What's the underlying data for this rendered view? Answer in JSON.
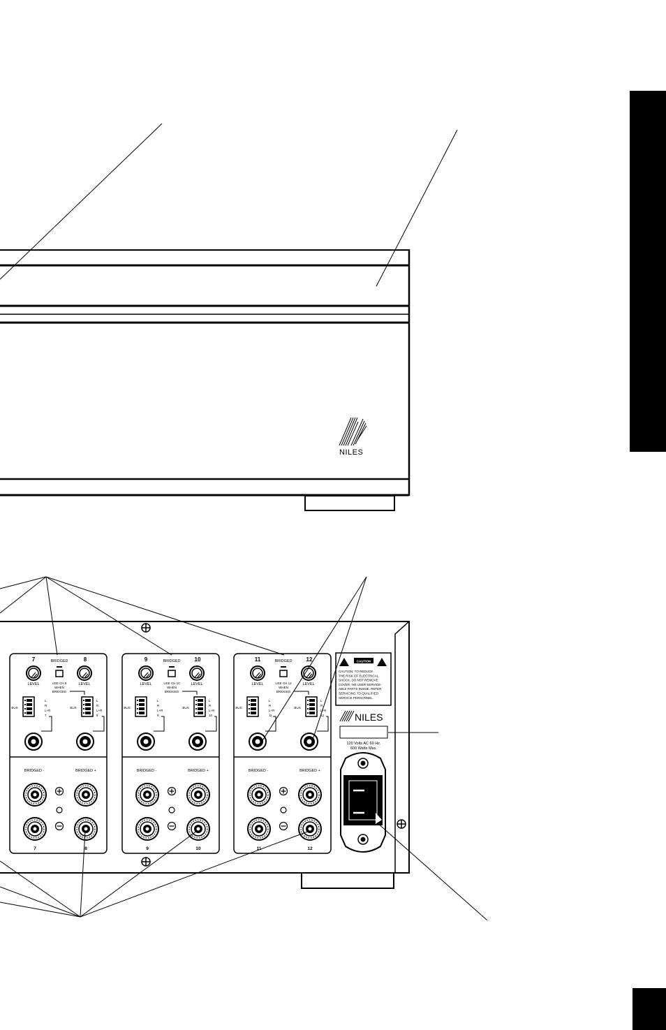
{
  "front": {
    "brand": "NILES"
  },
  "rear": {
    "modules": [
      {
        "left_channel": "7",
        "right_channel": "8",
        "bridged": "BRIDGED",
        "level": "LEVEL",
        "use_note": [
          "USE CH 8",
          "WHEN",
          "BRIDGED"
        ],
        "bus": "BUS",
        "modes_left": [
          "L",
          "R",
          "L+R",
          "7"
        ],
        "modes_right": [
          "L",
          "R",
          "L+R",
          "8"
        ],
        "bridged_minus": "BRIDGED -",
        "bridged_plus": "BRIDGED +",
        "bottom_left": "7",
        "bottom_right": "8"
      },
      {
        "left_channel": "9",
        "right_channel": "10",
        "bridged": "BRIDGED",
        "level": "LEVEL",
        "use_note": [
          "USE CH 10",
          "WHEN",
          "BRIDGED"
        ],
        "bus": "BUS",
        "modes_left": [
          "L",
          "R",
          "L+R",
          "9"
        ],
        "modes_right": [
          "L",
          "R",
          "L+R",
          "10"
        ],
        "bridged_minus": "BRIDGED -",
        "bridged_plus": "BRIDGED +",
        "bottom_left": "9",
        "bottom_right": "10"
      },
      {
        "left_channel": "11",
        "right_channel": "12",
        "bridged": "BRIDGED",
        "level": "LEVEL",
        "use_note": [
          "USE CH 12",
          "WHEN",
          "BRIDGED"
        ],
        "bus": "BUS",
        "modes_left": [
          "L",
          "R",
          "L+R",
          "11"
        ],
        "modes_right": [
          "L",
          "R",
          "L+R",
          "12"
        ],
        "bridged_minus": "BRIDGED -",
        "bridged_plus": "BRIDGED +",
        "bottom_left": "11",
        "bottom_right": "12"
      }
    ],
    "caution": {
      "badge": "CAUTION",
      "lines": [
        "CAUTION: TO REDUCE",
        "THE RISK OF ELECTRICAL",
        "SHOCK, DO NOT REMOVE",
        "COVER. NO USER-SERVICE-",
        "ABLE PARTS INSIDE. REFER",
        "SERVICING TO QUALIFIED",
        "SERVICE PERSONNEL."
      ]
    },
    "brand": "NILES",
    "power_rating": [
      "120 Volts AC 60 Hz.",
      "600 Watts Max."
    ]
  }
}
